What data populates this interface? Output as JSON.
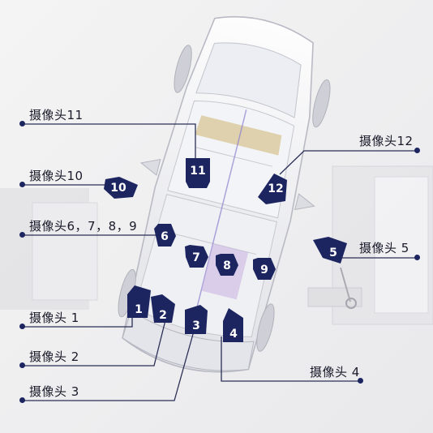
{
  "labels": {
    "cam11": "摄像头11",
    "cam10": "摄像头10",
    "cam6789": "摄像头6，7，8，9",
    "cam1": "摄像头 1",
    "cam2": "摄像头 2",
    "cam3": "摄像头 3",
    "cam12": "摄像头12",
    "cam5": "摄像头 5",
    "cam4": "摄像头 4"
  },
  "markers": {
    "m1": "1",
    "m2": "2",
    "m3": "3",
    "m4": "4",
    "m5": "5",
    "m6": "6",
    "m7": "7",
    "m8": "8",
    "m9": "9",
    "m10": "10",
    "m11": "11",
    "m12": "12"
  },
  "colors": {
    "marker_navy": "#1d2560",
    "leader_line": "#2a2f55",
    "background": "#f2f2f2"
  }
}
